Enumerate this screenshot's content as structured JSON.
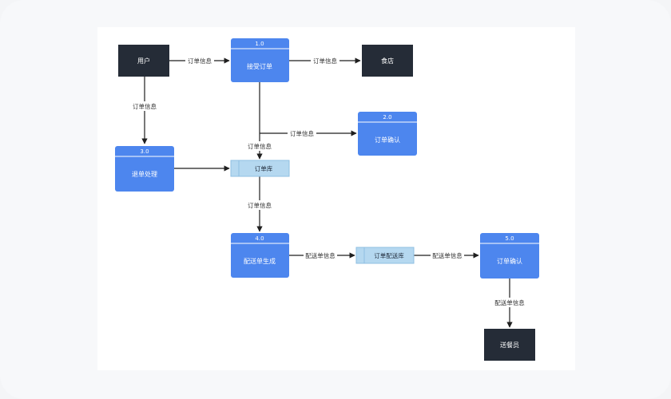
{
  "diagram": {
    "entities": {
      "user": "用户",
      "store": "食店",
      "courier": "送餐员"
    },
    "processes": {
      "p1": {
        "id": "1.0",
        "label": "接受订单"
      },
      "p2": {
        "id": "2.0",
        "label": "订单确认"
      },
      "p3": {
        "id": "3.0",
        "label": "退单处理"
      },
      "p4": {
        "id": "4.0",
        "label": "配送单生成"
      },
      "p5": {
        "id": "5.0",
        "label": "订单确认"
      }
    },
    "stores": {
      "orders": "订单库",
      "delivery": "订单配送库"
    },
    "flows": {
      "user_to_p1": "订单信息",
      "p1_to_store": "订单信息",
      "user_to_p3": "订单信息",
      "p1_to_p2": "订单信息",
      "p1_to_orders": "订单信息",
      "orders_to_p4": "订单信息",
      "p4_to_delivery": "配送单信息",
      "delivery_to_p5": "配送单信息",
      "p5_to_courier": "配送单信息"
    },
    "colors": {
      "entity": "#252c37",
      "process": "#4d86ee",
      "store": "#b5d8f0",
      "store_border": "#8fbfe2",
      "arrow": "#1f1f1f"
    }
  }
}
